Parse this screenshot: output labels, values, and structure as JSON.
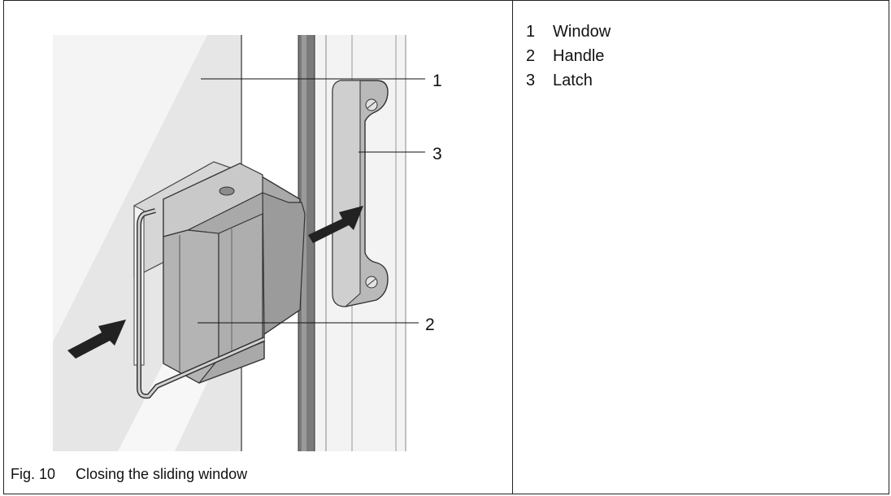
{
  "figure": {
    "callouts": [
      "1",
      "2",
      "3"
    ],
    "caption": {
      "number": "Fig. 10",
      "text": "Closing the sliding window"
    }
  },
  "legend": {
    "items": [
      {
        "num": "1",
        "label": "Window"
      },
      {
        "num": "2",
        "label": "Handle"
      },
      {
        "num": "3",
        "label": "Latch"
      }
    ]
  }
}
